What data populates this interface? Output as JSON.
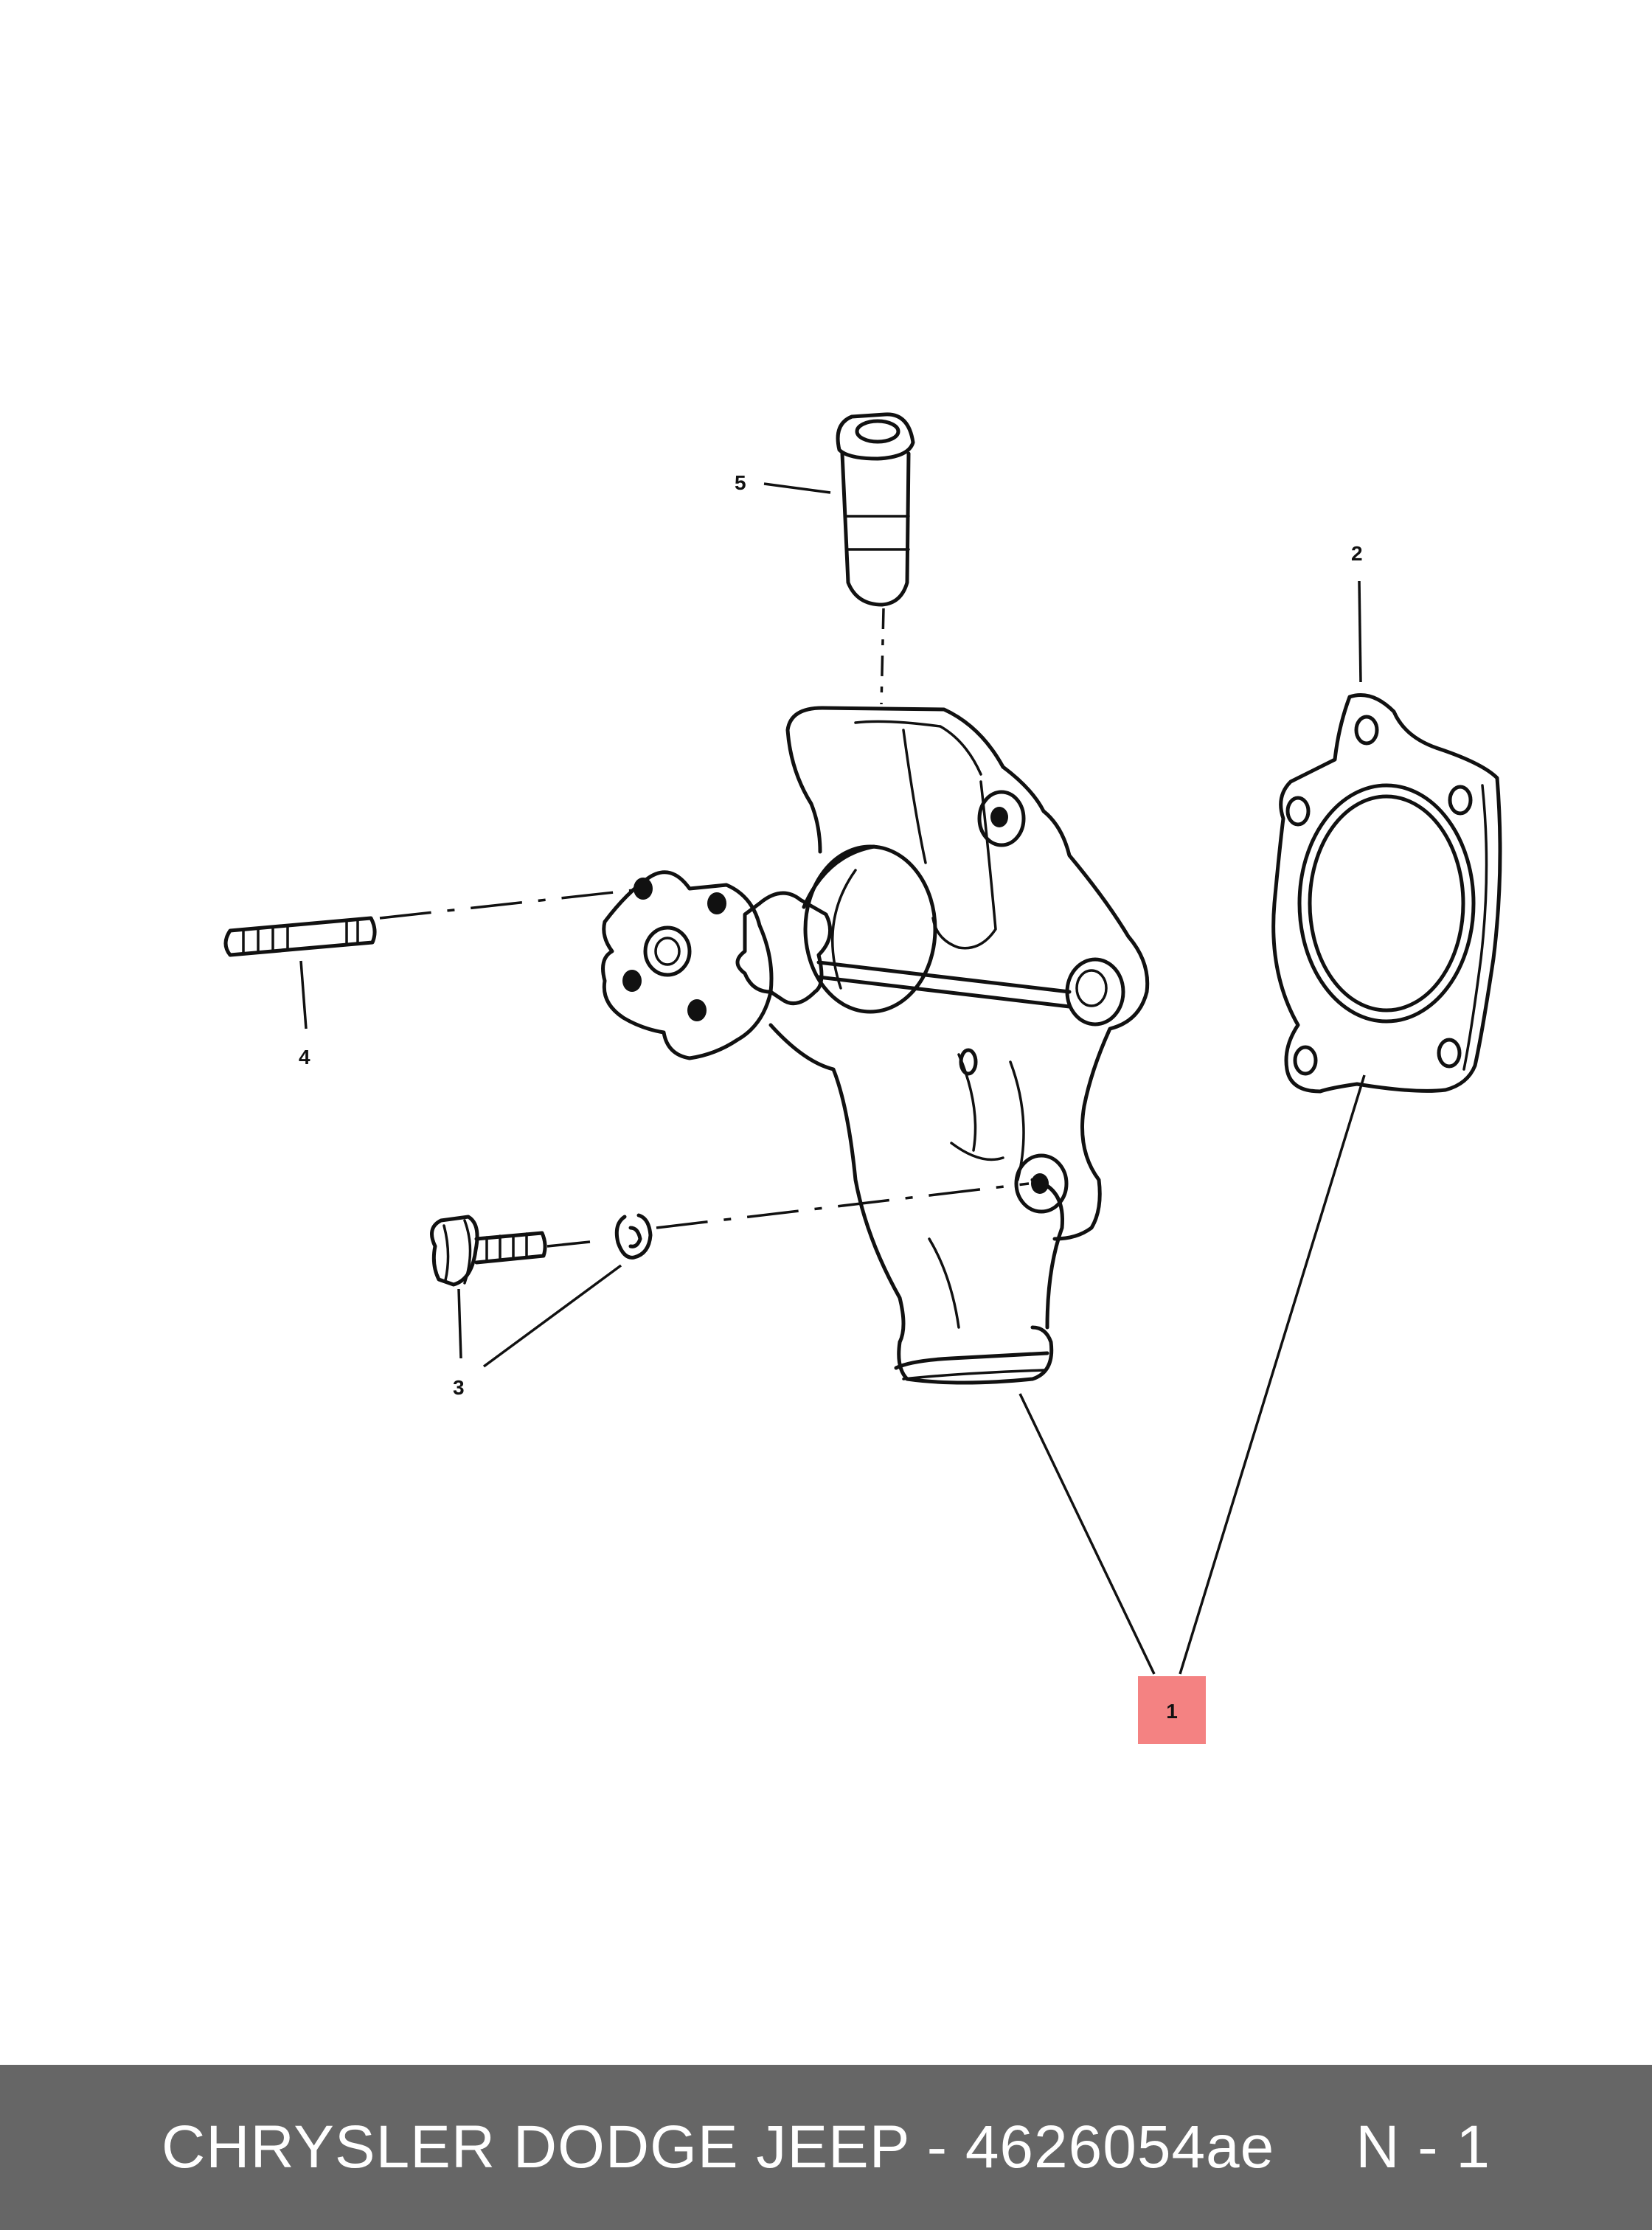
{
  "diagram": {
    "callouts": [
      "1",
      "2",
      "3",
      "4",
      "5"
    ],
    "highlight_callout": "1",
    "highlight_color": "#f48282",
    "line_color": "#111111"
  },
  "footer": {
    "text": "CHRYSLER DODGE JEEP - 4626054ae",
    "ref": "N - 1",
    "background": "#666666"
  }
}
